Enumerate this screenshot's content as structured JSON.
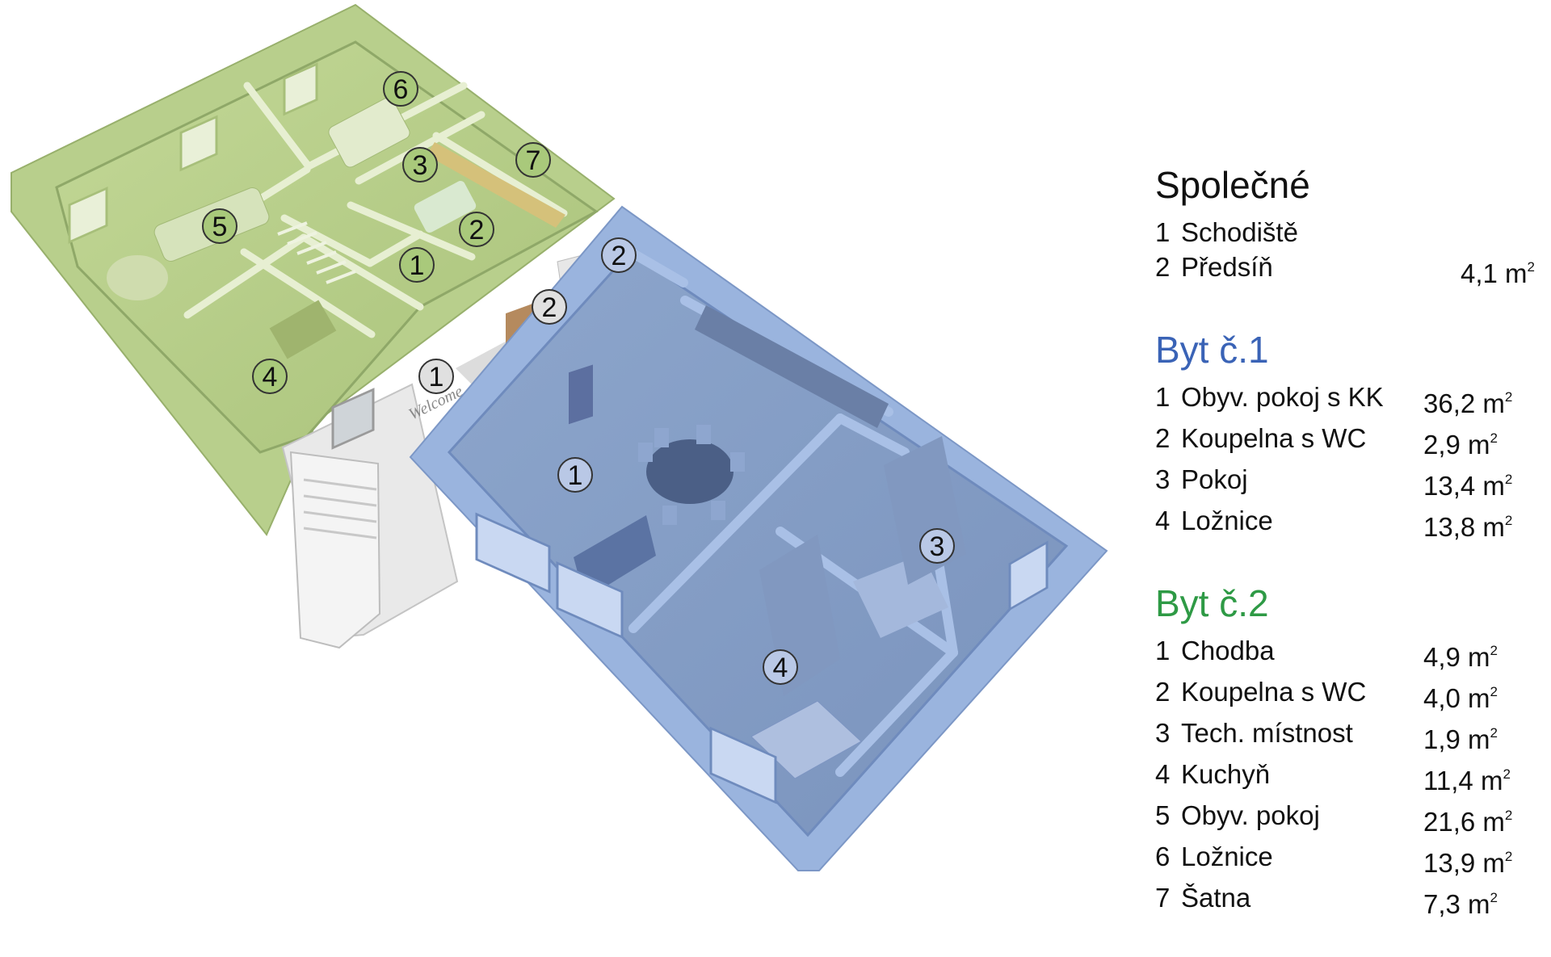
{
  "legend": {
    "common": {
      "title": "Společné",
      "rooms": [
        {
          "num": "1",
          "name": "Schodiště",
          "area": ""
        },
        {
          "num": "2",
          "name": "Předsíň",
          "area": "4,1 m",
          "sup": "2"
        }
      ]
    },
    "apt1": {
      "title": "Byt č.1",
      "rooms": [
        {
          "num": "1",
          "name": "Obyv. pokoj s KK",
          "area": "36,2 m",
          "sup": "2"
        },
        {
          "num": "2",
          "name": "Koupelna s WC",
          "area": "2,9 m",
          "sup": "2"
        },
        {
          "num": "3",
          "name": "Pokoj",
          "area": "13,4 m",
          "sup": "2"
        },
        {
          "num": "4",
          "name": "Ložnice",
          "area": "13,8 m",
          "sup": "2"
        }
      ]
    },
    "apt2": {
      "title": "Byt č.2",
      "rooms": [
        {
          "num": "1",
          "name": "Chodba",
          "area": "4,9 m",
          "sup": "2"
        },
        {
          "num": "2",
          "name": "Koupelna s WC",
          "area": "4,0 m",
          "sup": "2"
        },
        {
          "num": "3",
          "name": "Tech. místnost",
          "area": "1,9 m",
          "sup": "2"
        },
        {
          "num": "4",
          "name": "Kuchyň",
          "area": "11,4 m",
          "sup": "2"
        },
        {
          "num": "5",
          "name": "Obyv. pokoj",
          "area": "21,6 m",
          "sup": "2"
        },
        {
          "num": "6",
          "name": "Ložnice",
          "area": "13,9 m",
          "sup": "2"
        },
        {
          "num": "7",
          "name": "Šatna",
          "area": "7,3 m",
          "sup": "2"
        }
      ]
    }
  },
  "plan": {
    "entrance_sign": "Welcome",
    "colors": {
      "apt1": "#9fb8e0",
      "apt1_wall": "#8aa6d8",
      "apt2": "#c8dca0",
      "apt2_wall": "#b3cc85",
      "common": "#ececec"
    },
    "markers": [
      {
        "label": "6",
        "group": "apt2"
      },
      {
        "label": "3",
        "group": "apt2"
      },
      {
        "label": "7",
        "group": "apt2"
      },
      {
        "label": "5",
        "group": "apt2"
      },
      {
        "label": "2",
        "group": "apt2"
      },
      {
        "label": "1",
        "group": "apt2"
      },
      {
        "label": "4",
        "group": "apt2"
      },
      {
        "label": "1",
        "group": "common"
      },
      {
        "label": "2",
        "group": "common"
      },
      {
        "label": "2",
        "group": "apt1"
      },
      {
        "label": "1",
        "group": "apt1"
      },
      {
        "label": "3",
        "group": "apt1"
      },
      {
        "label": "4",
        "group": "apt1"
      }
    ]
  }
}
